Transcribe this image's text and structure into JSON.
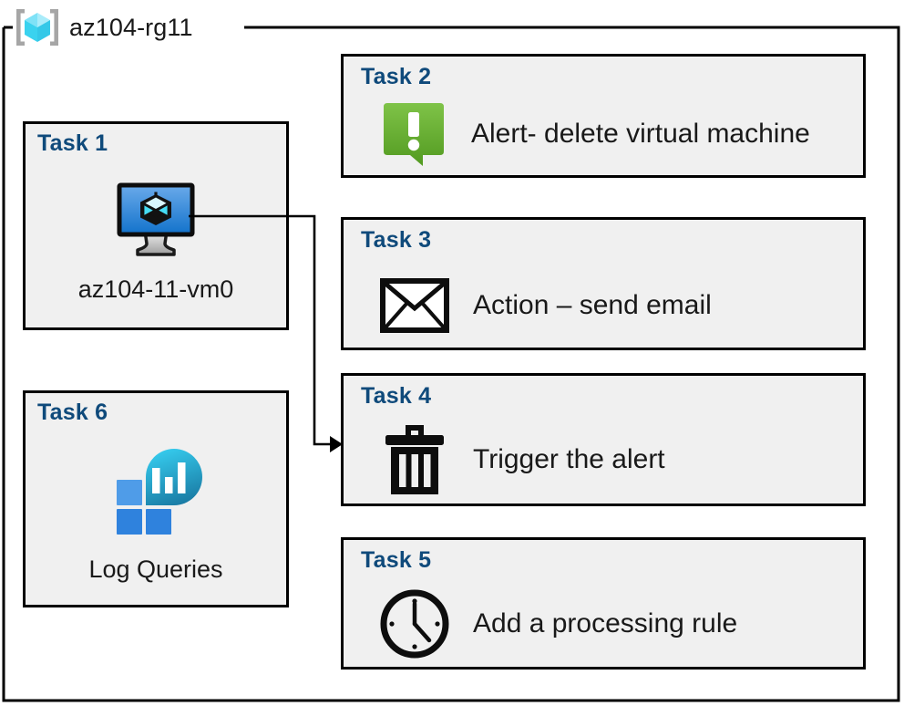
{
  "resource_group": {
    "label": "az104-rg11",
    "icon": "resource-group-icon"
  },
  "colors": {
    "title_blue": "#0f4a7b",
    "box_fill": "#f0f0f0",
    "box_border": "#000000",
    "alert_green_light": "#7cc142",
    "alert_green_dark": "#559b23",
    "vm_blue_light": "#62a6e8",
    "vm_blue_dark": "#1876cd",
    "log_cyan": "#32c8ea",
    "log_teal": "#1b7fa8",
    "log_square_light": "#4f9ce8",
    "log_square_dark": "#2f82dd",
    "rg_cube_light": "#9ae8f7",
    "rg_cube_dark": "#3ad4f0",
    "rg_bracket": "#a6a6a6"
  },
  "tasks": [
    {
      "id": "task1",
      "title": "Task 1",
      "caption": "az104-11-vm0",
      "icon": "virtual-machine-icon",
      "column": "left"
    },
    {
      "id": "task2",
      "title": "Task 2",
      "text": "Alert- delete virtual machine",
      "icon": "alert-speech-bubble-icon",
      "column": "right"
    },
    {
      "id": "task3",
      "title": "Task 3",
      "text": "Action – send email",
      "icon": "envelope-icon",
      "column": "right"
    },
    {
      "id": "task4",
      "title": "Task 4",
      "text": "Trigger the alert",
      "icon": "trash-can-icon",
      "column": "right"
    },
    {
      "id": "task5",
      "title": "Task 5",
      "text": "Add a processing rule",
      "icon": "clock-icon",
      "column": "right"
    },
    {
      "id": "task6",
      "title": "Task 6",
      "caption": "Log Queries",
      "icon": "log-analytics-icon",
      "column": "left"
    }
  ],
  "connector": {
    "from": "task1-virtual-machine-icon",
    "to": "task4-box",
    "arrow": "arrowhead-right"
  }
}
